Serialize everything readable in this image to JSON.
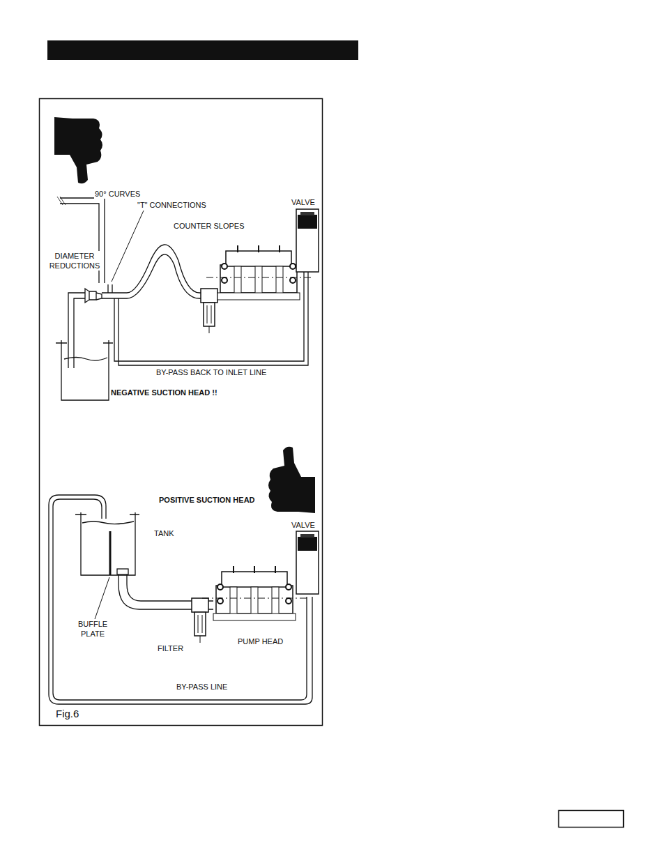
{
  "diagram": {
    "caption": "Fig.6",
    "labels": [
      "90° CURVES",
      "\"T\" CONNECTIONS",
      "COUNTER SLOPES",
      "VALVE",
      "DIAMETER REDUCTIONS",
      "BY-PASS BACK TO INLET LINE",
      "NEGATIVE SUCTION HEAD !!",
      "POSITIVE SUCTION HEAD",
      "VALVE",
      "TANK",
      "BUFFLE PLATE",
      "FILTER",
      "PUMP HEAD",
      "BY-PASS LINE"
    ]
  }
}
